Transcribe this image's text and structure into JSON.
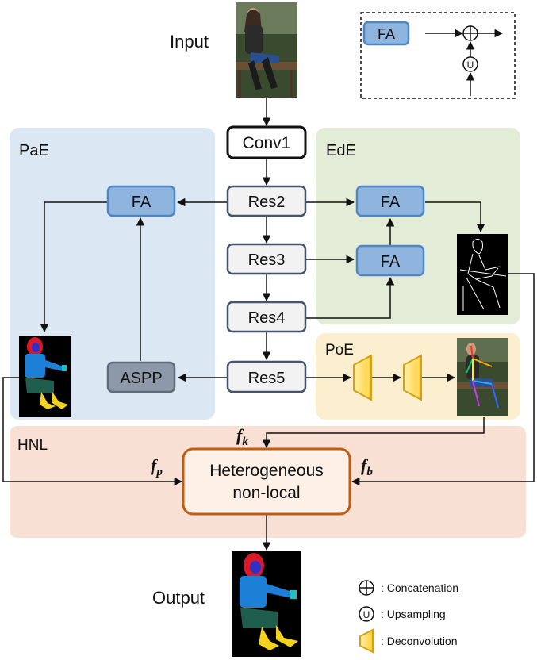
{
  "labels": {
    "input": "Input",
    "output": "Output",
    "pae": "PaE",
    "ede": "EdE",
    "poe": "PoE",
    "hnl": "HNL"
  },
  "blocks": {
    "conv1": "Conv1",
    "res2": "Res2",
    "res3": "Res3",
    "res4": "Res4",
    "res5": "Res5",
    "aspp": "ASPP",
    "fa": "FA",
    "hnl_line1": "Heterogeneous",
    "hnl_line2": "non-local"
  },
  "features": {
    "k_base": "f",
    "k_sub": "k",
    "p_base": "f",
    "p_sub": "p",
    "b_base": "f",
    "b_sub": "b"
  },
  "inset": {
    "fa": "FA",
    "upsample_symbol": "U"
  },
  "legend": {
    "concat": ": Concatenation",
    "upsample": ": Upsampling",
    "deconv": ": Deconvolution",
    "upsample_symbol": "U"
  },
  "colors": {
    "pae_bg": "#dbe7f3",
    "ede_bg": "#e2ecd7",
    "poe_bg": "#fbefcf",
    "hnl_bg": "#f8e1d4",
    "fa_fill": "#8fb4de",
    "fa_stroke": "#4f86c6",
    "res_fill": "#f2f2f2",
    "res_stroke": "#44546a",
    "aspp_fill": "#8d98a8",
    "hnl_stroke": "#c55a11",
    "deconv_fill": "#ffd54f",
    "deconv_stroke": "#d4a017"
  }
}
